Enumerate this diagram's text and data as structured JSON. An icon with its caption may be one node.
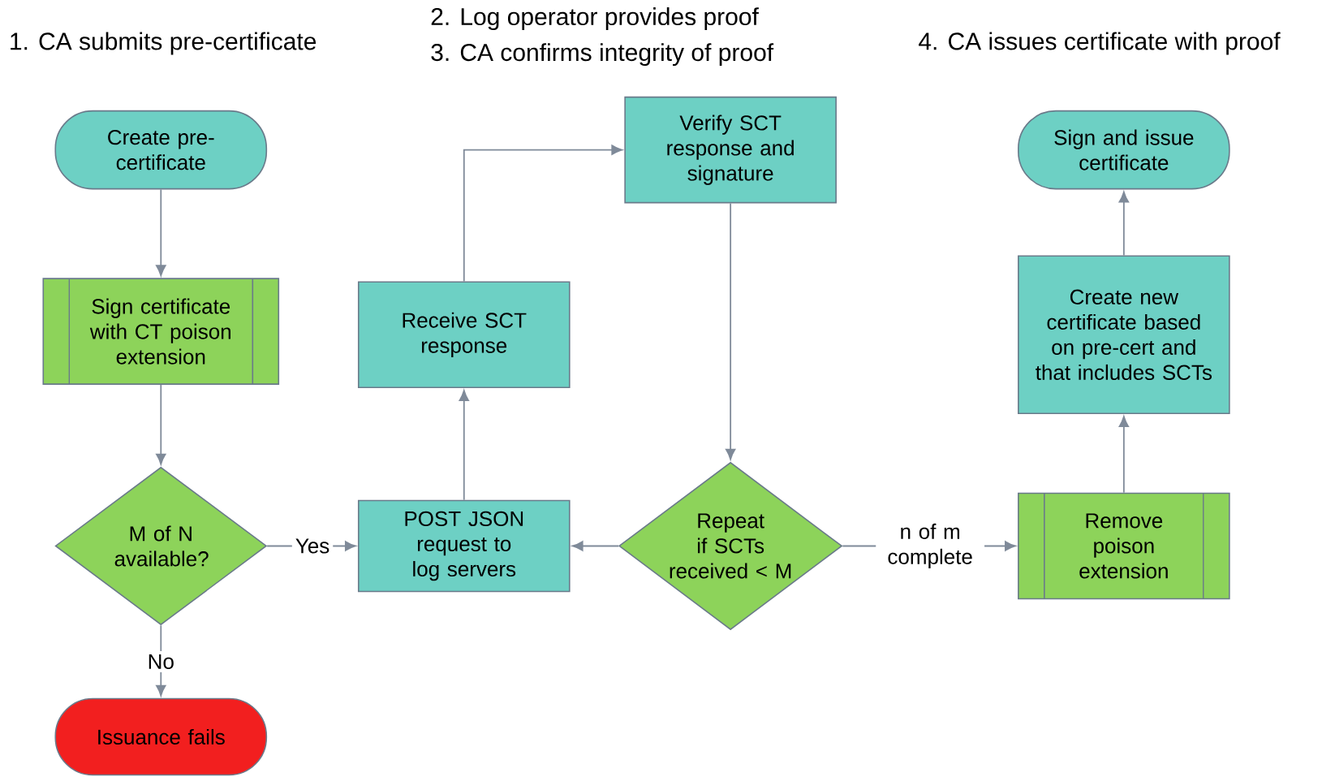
{
  "diagram": {
    "nodes": [
      {
        "text": [
          "Create pre-certificate"
        ]
      },
      {
        "text": [
          "Sign certificate with CT poison extension"
        ]
      },
      {
        "text": [
          "M of N available?"
        ]
      },
      {
        "text": [
          "Issuance fails"
        ]
      },
      {
        "text": [
          "POST JSON request to log servers"
        ]
      },
      {
        "text": [
          "Receive SCT response"
        ]
      },
      {
        "text": [
          "Verify SCT response and signature"
        ]
      },
      {
        "text": [
          "Repeat if SCTs received < M"
        ]
      },
      {
        "text": [
          "Remove poison extension"
        ]
      },
      {
        "text": [
          "Create new certificate based on pre-cert and that includes SCTs"
        ]
      },
      {
        "text": [
          "Sign and issue certificate"
        ]
      }
    ],
    "edges": [
      {
        "from": 0,
        "to": 1,
        "arrow": "to"
      },
      {
        "from": 1,
        "to": 2,
        "arrow": "to"
      },
      {
        "from": 2,
        "to": 4,
        "arrow": "to",
        "label": "Yes"
      },
      {
        "from": 2,
        "to": 3,
        "arrow": "to",
        "label": "No"
      },
      {
        "from": 4,
        "to": 5,
        "arrow": "to"
      },
      {
        "from": 5,
        "to": 6,
        "arrow": "to"
      },
      {
        "from": 6,
        "to": 7,
        "arrow": "to"
      },
      {
        "from": 7,
        "to": 4,
        "arrow": "to"
      },
      {
        "from": 7,
        "to": 8,
        "arrow": "to",
        "label": "n of m complete"
      },
      {
        "from": 8,
        "to": 9,
        "arrow": "to"
      },
      {
        "from": 9,
        "to": 10,
        "arrow": "to"
      }
    ],
    "labels": [
      "1. CA submits pre-certificate",
      "2. Log operator provides proof",
      "3. CA confirms integrity of proof",
      "4. CA issues certificate with proof"
    ]
  }
}
